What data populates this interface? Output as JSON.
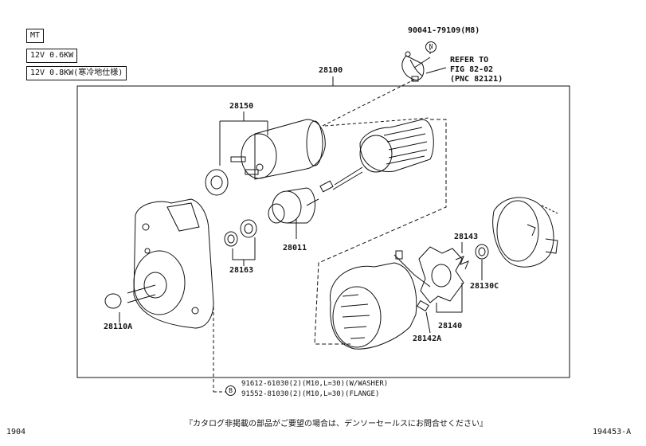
{
  "tags": {
    "mt": "MT",
    "v06": "12V 0.6KW",
    "v08": "12V 0.8KW(寒冷地仕様)"
  },
  "parts": {
    "p28100": "28100",
    "p28150": "28150",
    "p28163": "28163",
    "p28011": "28011",
    "p28110a": "28110A",
    "p28143": "28143",
    "p28130c": "28130C",
    "p28140": "28140",
    "p28142a": "28142A"
  },
  "ref": {
    "bolt": "90041-79109(M8)",
    "circle_n": "N",
    "line1": "REFER TO",
    "line2": "FIG 82-02",
    "line3": "(PNC 82121)"
  },
  "bolts": {
    "circle_b": "B",
    "b1": "91612-61030(2)(M10,L=30)(W/WASHER)",
    "b2": "91552-81030(2)(M10,L=30)(FLANGE)"
  },
  "footer": {
    "left": "1904",
    "note": "『カタログ非掲載の部品がご要望の場合は、デンソーセールスにお問合せください』",
    "right": "194453-A"
  }
}
